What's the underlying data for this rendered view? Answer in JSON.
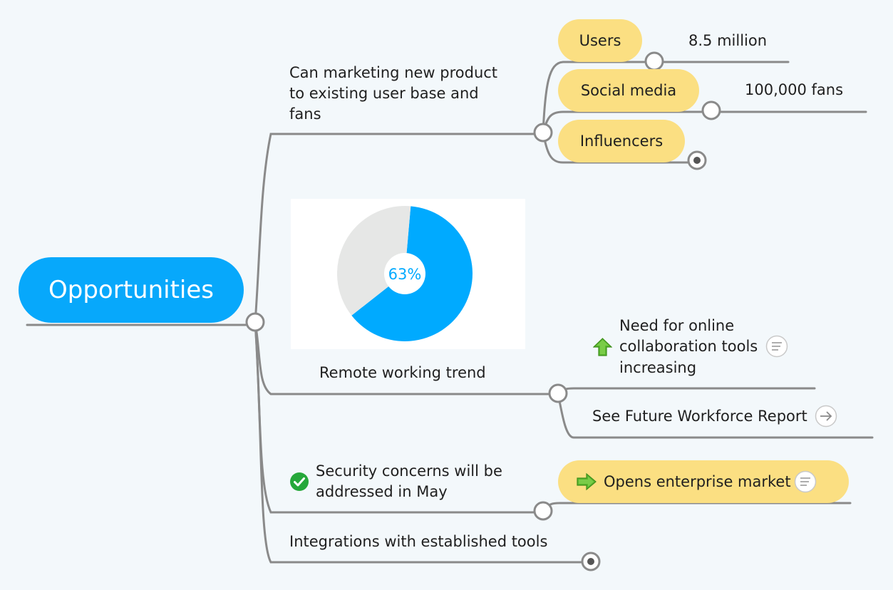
{
  "root": {
    "label": "Opportunities"
  },
  "branches": {
    "marketing": {
      "label_lines": [
        "Can marketing new product",
        "to existing user base and",
        "fans"
      ],
      "children": [
        {
          "label": "Users",
          "value": "8.5 million"
        },
        {
          "label": "Social media",
          "value": "100,000 fans"
        },
        {
          "label": "Influencers"
        }
      ]
    },
    "remote": {
      "label": "Remote working trend",
      "children": [
        {
          "label_lines": [
            "Need for online",
            "collaboration tools",
            "increasing"
          ],
          "icon": "green-up-arrow-icon",
          "has_note": true
        },
        {
          "label": "See Future Workforce Report",
          "icon": "link-arrow-icon"
        }
      ]
    },
    "security": {
      "label_lines": [
        "Security concerns will be",
        "addressed in May"
      ],
      "icon": "green-check-icon",
      "children": [
        {
          "label": "Opens enterprise market",
          "icon": "green-right-arrow-icon",
          "has_note": true
        }
      ]
    },
    "integrations": {
      "label": "Integrations with established tools"
    }
  },
  "chart_data": {
    "type": "pie",
    "values": [
      63,
      37
    ],
    "center_label": "63%",
    "colors": [
      "#00aaff",
      "#e6e7e6"
    ]
  },
  "colors": {
    "root": "#07a8fb",
    "pill": "#fbdf82",
    "line": "#8a8a8a",
    "background": "#f3f8fb"
  }
}
